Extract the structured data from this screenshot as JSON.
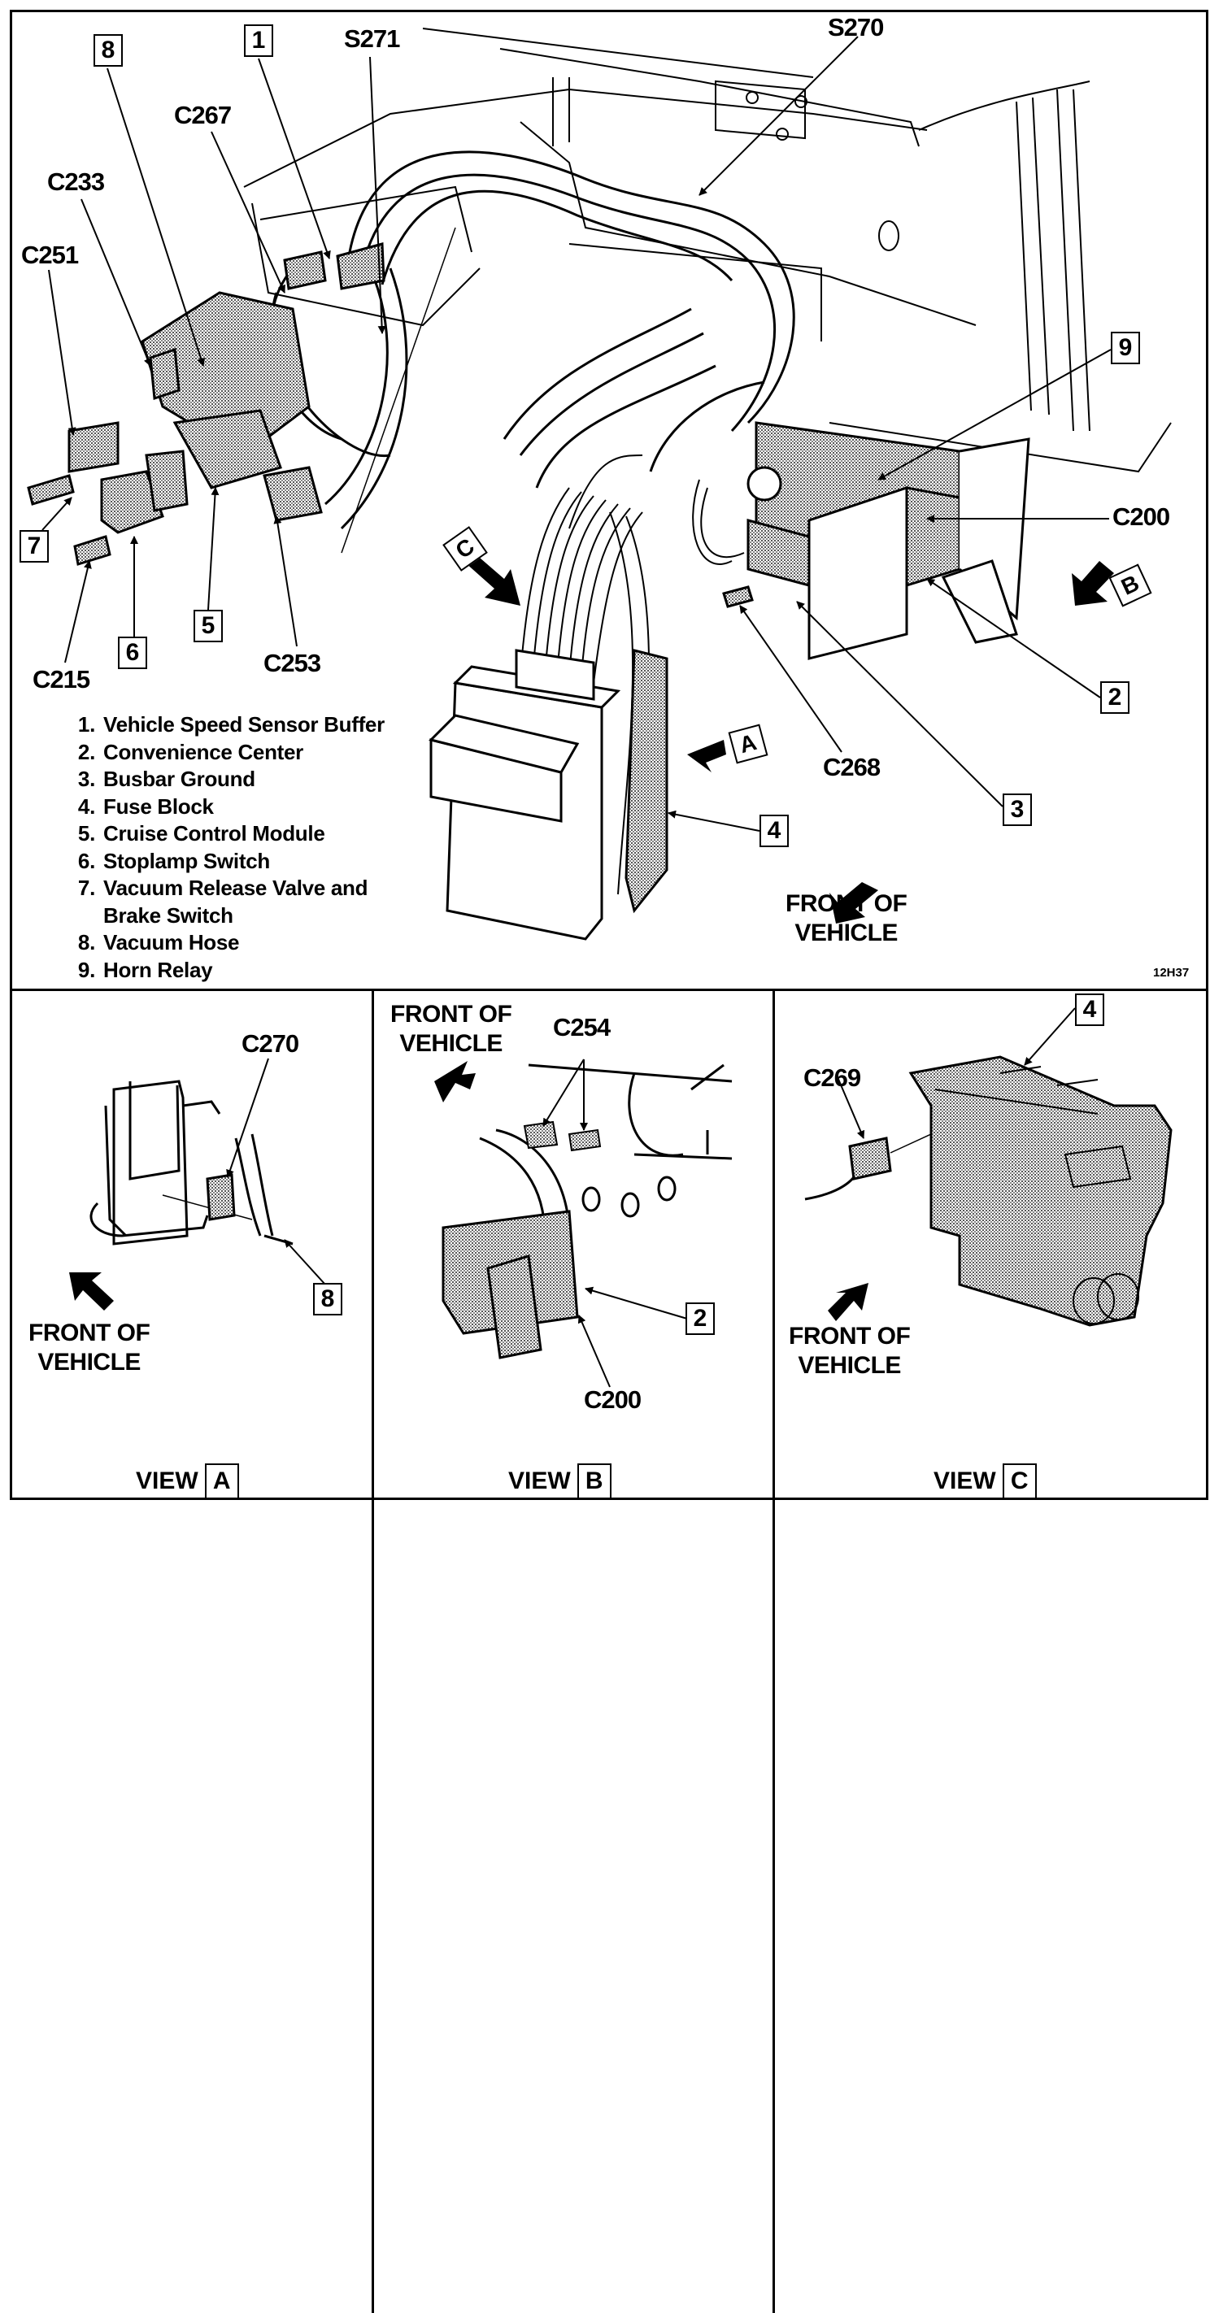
{
  "figure_id": "12H37",
  "main_view": {
    "callouts": {
      "c251": "C251",
      "c233": "C233",
      "c267": "C267",
      "s271": "S271",
      "s270": "S270",
      "c200": "C200",
      "c268": "C268",
      "c215": "C215",
      "c253": "C253"
    },
    "number_boxes": {
      "b1": "1",
      "b2": "2",
      "b3": "3",
      "b4": "4",
      "b5": "5",
      "b6": "6",
      "b7": "7",
      "b8": "8",
      "b9": "9"
    },
    "view_markers": {
      "a": "A",
      "b": "B",
      "c": "C"
    },
    "front_of_vehicle": [
      "FRONT OF",
      "VEHICLE"
    ]
  },
  "legend": [
    {
      "num": "1.",
      "text": "Vehicle Speed Sensor Buffer"
    },
    {
      "num": "2.",
      "text": "Convenience Center"
    },
    {
      "num": "3.",
      "text": "Busbar Ground"
    },
    {
      "num": "4.",
      "text": "Fuse Block"
    },
    {
      "num": "5.",
      "text": "Cruise Control Module"
    },
    {
      "num": "6.",
      "text": "Stoplamp Switch"
    },
    {
      "num": "7.",
      "text": "Vacuum Release Valve and",
      "continuation": "Brake Switch"
    },
    {
      "num": "8.",
      "text": "Vacuum Hose"
    },
    {
      "num": "9.",
      "text": "Horn Relay"
    }
  ],
  "view_a": {
    "title": "VIEW",
    "letter": "A",
    "callout": "C270",
    "number_box": "8",
    "front_of_vehicle": [
      "FRONT OF",
      "VEHICLE"
    ]
  },
  "view_b": {
    "title": "VIEW",
    "letter": "B",
    "callout_top": "C254",
    "callout_bottom": "C200",
    "number_box": "2",
    "front_of_vehicle": [
      "FRONT OF",
      "VEHICLE"
    ]
  },
  "view_c": {
    "title": "VIEW",
    "letter": "C",
    "callout": "C269",
    "number_box": "4",
    "front_of_vehicle": [
      "FRONT OF",
      "VEHICLE"
    ]
  }
}
